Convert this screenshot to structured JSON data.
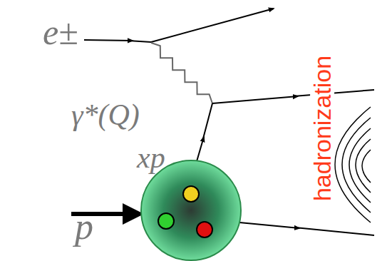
{
  "diagram": {
    "labels": [
      "e±",
      "γ*(Q)",
      "xp",
      "p",
      "hadronization"
    ]
  }
}
